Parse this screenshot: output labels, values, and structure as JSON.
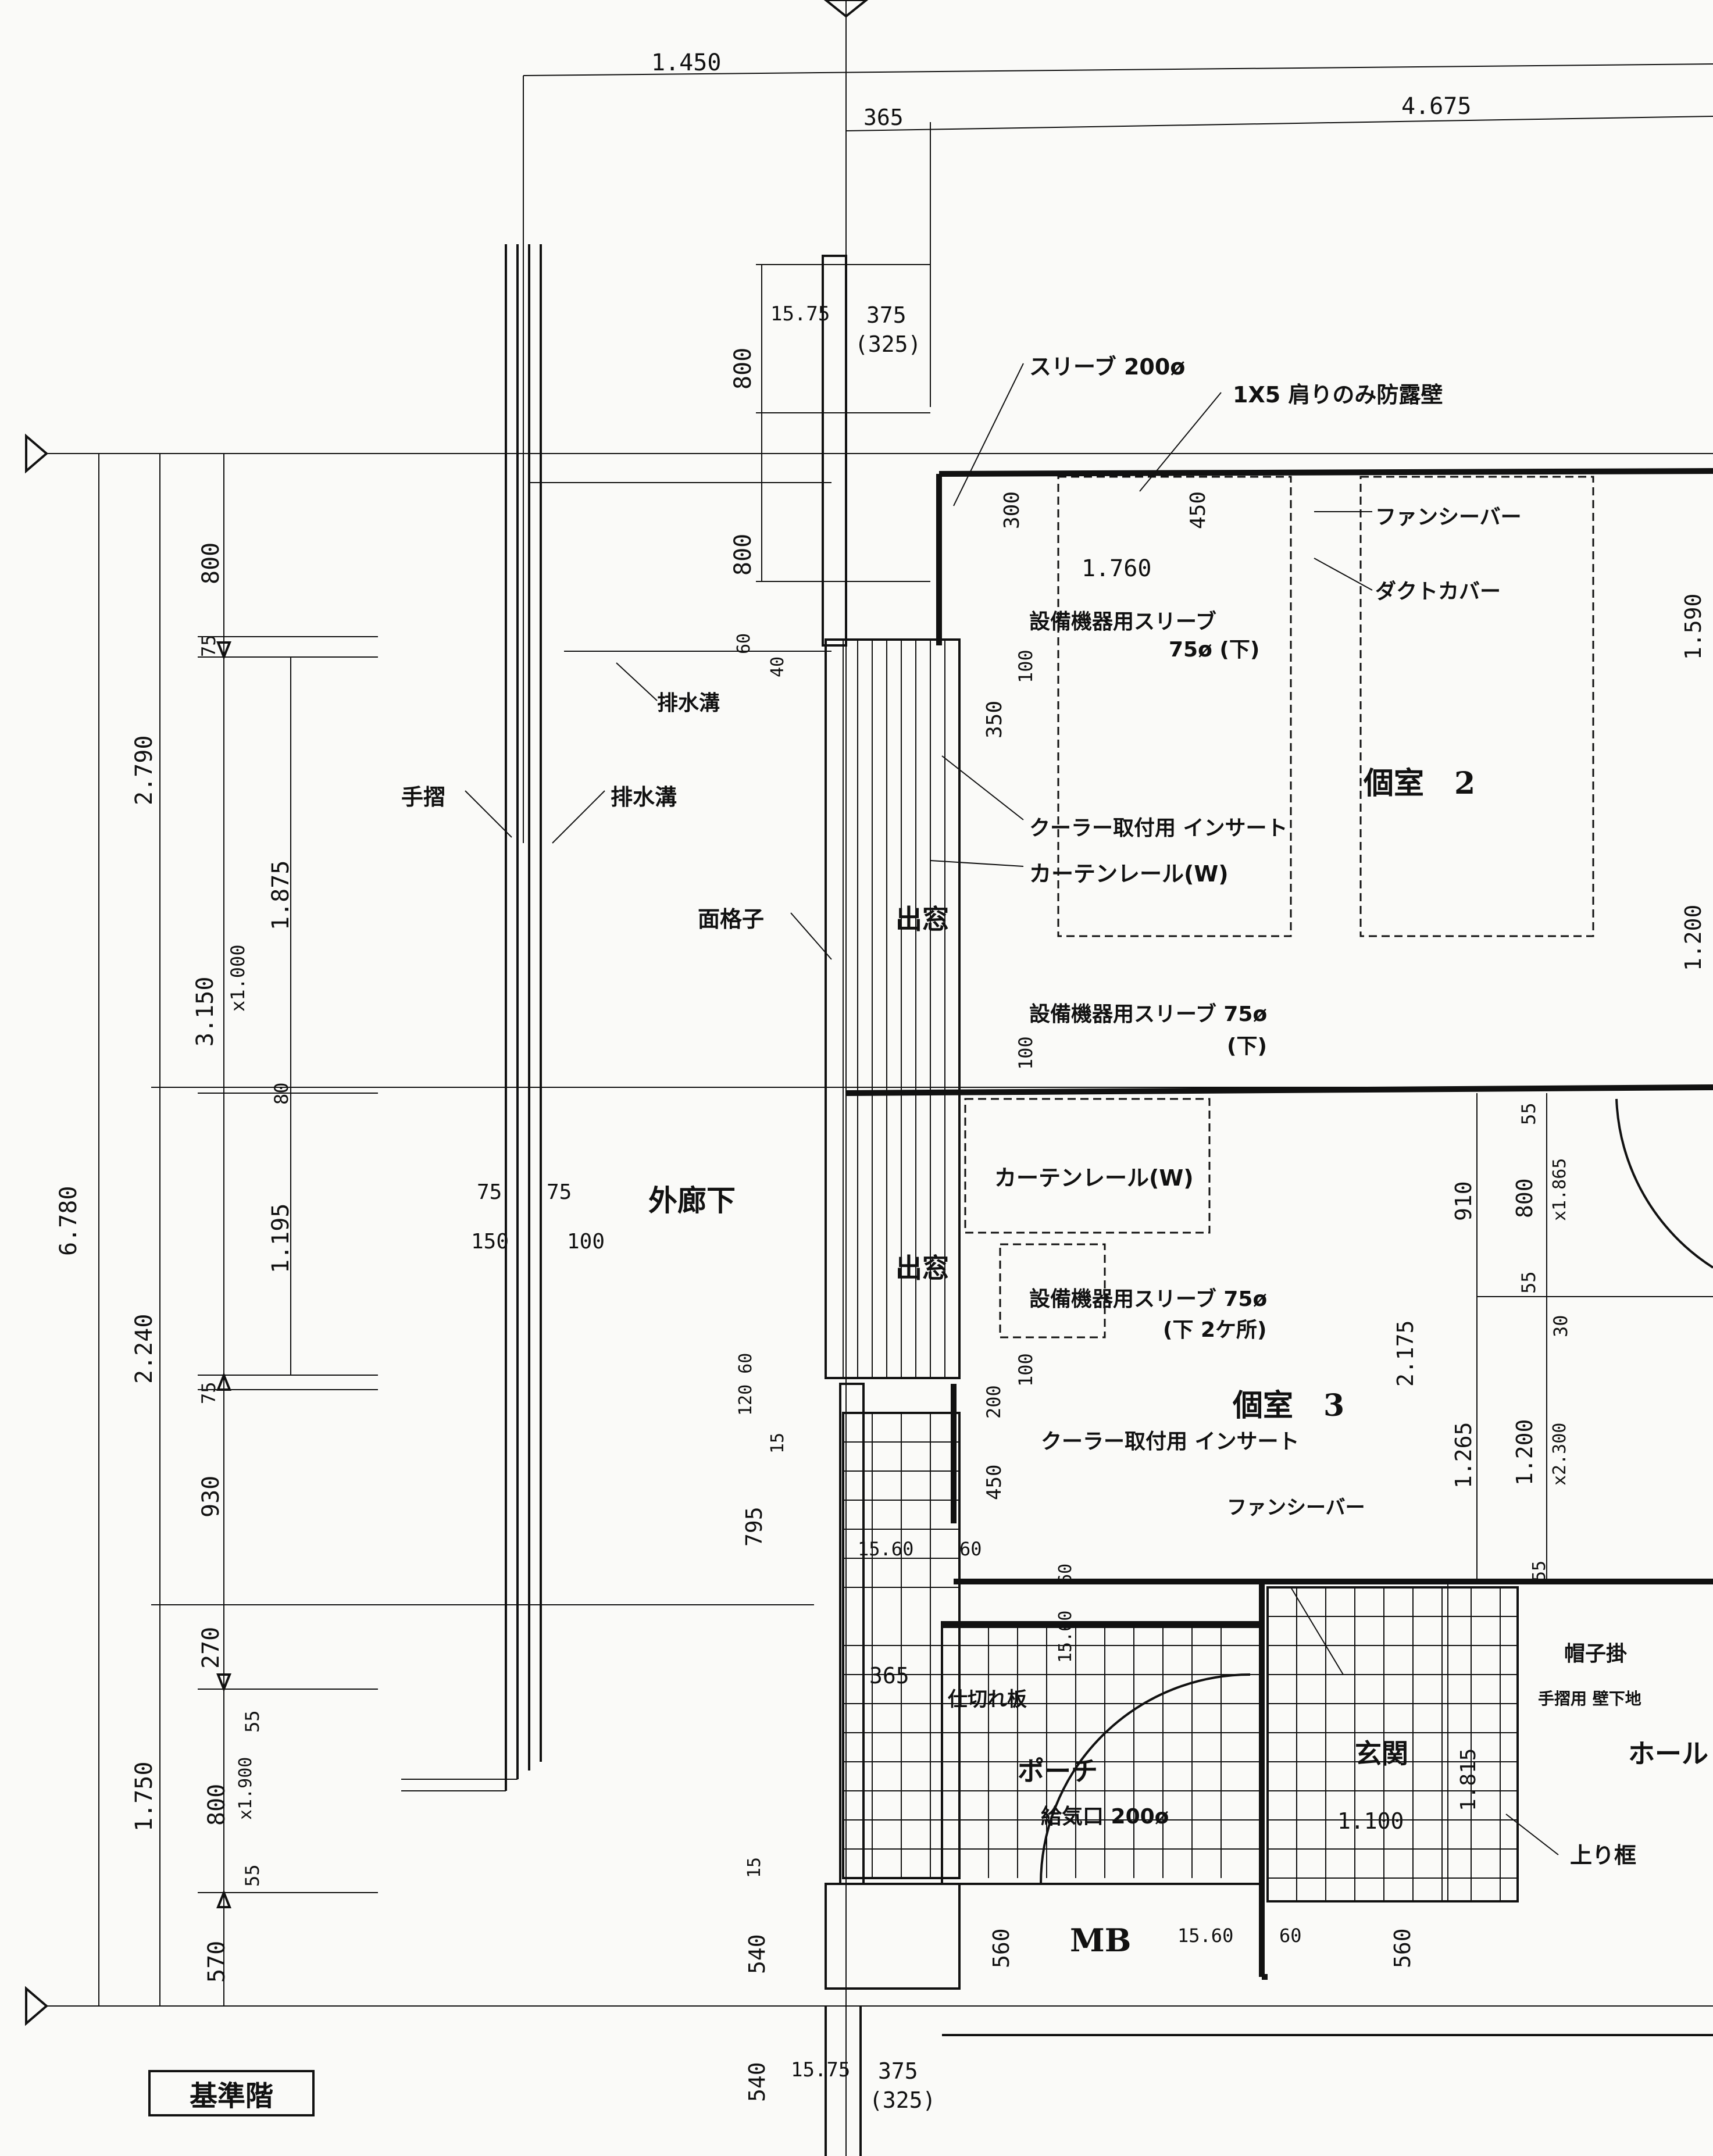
{
  "plan_label": "基準階",
  "rooms": {
    "private_room_2": "個室　2",
    "private_room_3": "個室　3",
    "outer_corridor": "外廊下",
    "bay_window_upper": "出窓",
    "bay_window_lower": "出窓",
    "porch": "ポーチ",
    "entrance": "玄関",
    "hall": "ホール",
    "mb": "MB"
  },
  "annotations": {
    "sleeve_200": "スリーブ 200ø",
    "firewall": "1X5 肩りのみ防露壁",
    "fancy_bar_1": "ファンシーバー",
    "duct_cover": "ダクトカバー",
    "equip_sleeve_1": "設備機器用スリーブ",
    "equip_sleeve_1b": "75ø (下)",
    "drain_1": "排水溝",
    "handrail": "手摺",
    "drain_2": "排水溝",
    "cooler_insert_1": "クーラー取付用 インサート",
    "curtain_rail_1": "カーテンレール(W)",
    "lattice": "面格子",
    "equip_sleeve_2": "設備機器用スリーブ 75ø",
    "equip_sleeve_2b": "(下)",
    "curtain_rail_2": "カーテンレール(W)",
    "equip_sleeve_3": "設備機器用スリーブ 75ø",
    "equip_sleeve_3b": "(下 2ケ所)",
    "cooler_insert_2": "クーラー取付用 インサート",
    "fancy_bar_2": "ファンシーバー",
    "hat_hook": "帽子掛",
    "handrail_base": "手摺用 壁下地",
    "partition_board": "仕切れ板",
    "air_inlet": "給気口 200ø",
    "step_frame": "上り框"
  },
  "dimensions": {
    "d1450": "1.450",
    "d365_top": "365",
    "d4675": "4.675",
    "d1575_top": "15.75",
    "d375_top": "375",
    "d325_top": "(325)",
    "d800_a": "800",
    "d800_b": "800",
    "d800_c": "800",
    "d300": "300",
    "d450_a": "450",
    "d1760": "1.760",
    "d1590": "1.590",
    "d60_a": "60",
    "d40": "40",
    "d100_a": "100",
    "d350": "350",
    "d75_a": "75",
    "d2790": "2.790",
    "d1875": "1.875",
    "d3150": "3.150",
    "dx1000": "x1.000",
    "d80": "80",
    "d1200_r": "1.200",
    "d100_b": "100",
    "d55_a": "55",
    "d800_d": "800",
    "dx1865": "x1.865",
    "d910": "910",
    "d6780": "6.780",
    "d1195": "1.195",
    "d75_b": "75",
    "d75_c": "75",
    "d150": "150",
    "d100_c": "100",
    "d55_b": "55",
    "d30": "30",
    "d2240": "2.240",
    "d75_d": "75",
    "d2175": "2.175",
    "d100_d": "100",
    "d1200_b": "1.200",
    "dx2300": "x2.300",
    "d1265": "1.265",
    "d12060": "120 60",
    "d15_a": "15",
    "d200": "200",
    "d450_b": "450",
    "d795": "795",
    "d930": "930",
    "d1560_a": "15.60",
    "d60_b": "60",
    "d60_c": "60",
    "d55_c": "55",
    "d270": "270",
    "d365_mid": "365",
    "d1560_b": "15.60",
    "d55_d": "55",
    "d1750": "1.750",
    "d800_e": "800",
    "dx1900": "x1.900",
    "d1815": "1.815",
    "d1100": "1.100",
    "d55_e": "55",
    "d15_b": "15",
    "d540_a": "540",
    "d560_a": "560",
    "d1560_c": "15.60",
    "d60_d": "60",
    "d560_b": "560",
    "d570": "570",
    "d540_b": "540",
    "d1575_bot": "15.75",
    "d375_bot": "375",
    "d325_bot": "(325)"
  }
}
